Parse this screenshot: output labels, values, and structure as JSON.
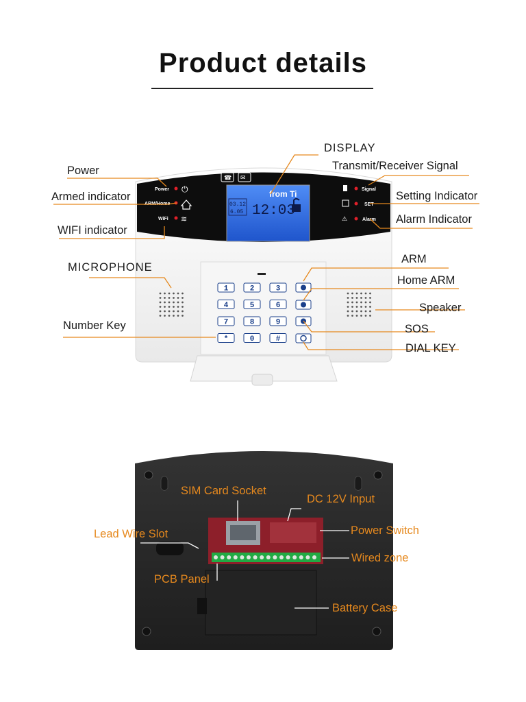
{
  "header": {
    "title": "Product details"
  },
  "front_labels": {
    "power": "Power",
    "armed_indicator": "Armed indicator",
    "wifi_indicator": "WIFI indicator",
    "microphone": "MICROPHONE",
    "number_key": "Number Key",
    "display": "DISPLAY",
    "transmit_receiver": "Transmit/Receiver Signal",
    "setting_indicator": "Setting Indicator",
    "alarm_indicator": "Alarm Indicator",
    "arm": "ARM",
    "home_arm": "Home ARM",
    "speaker": "Speaker",
    "sos": "SOS",
    "dial_key": "DIAL KEY"
  },
  "panel": {
    "left_leds": [
      "Power",
      "ARM/Home",
      "WiFi"
    ],
    "right_leds": [
      "Signal",
      "SET",
      "Alarm"
    ],
    "lcd": {
      "text": "from Ti",
      "date_top": "03.12",
      "date_bottom": "6.05",
      "time": "12:03"
    },
    "keys": [
      "1",
      "2",
      "3",
      "4",
      "5",
      "6",
      "7",
      "8",
      "9",
      "*",
      "0",
      "#"
    ]
  },
  "back_labels": {
    "sim_card_socket": "SIM Card Socket",
    "dc_input": "DC 12V Input",
    "lead_wire_slot": "Lead Wire Slot",
    "power_switch": "Power Switch",
    "wired_zone": "Wired zone",
    "pcb_panel": "PCB Panel",
    "battery_case": "Battery Case"
  },
  "colors": {
    "accent": "#e6891e",
    "lcd": "#2f6ee0",
    "led": "#e0202a",
    "case_dark": "#2b2b2b",
    "panel_black": "#0d0d0d"
  }
}
